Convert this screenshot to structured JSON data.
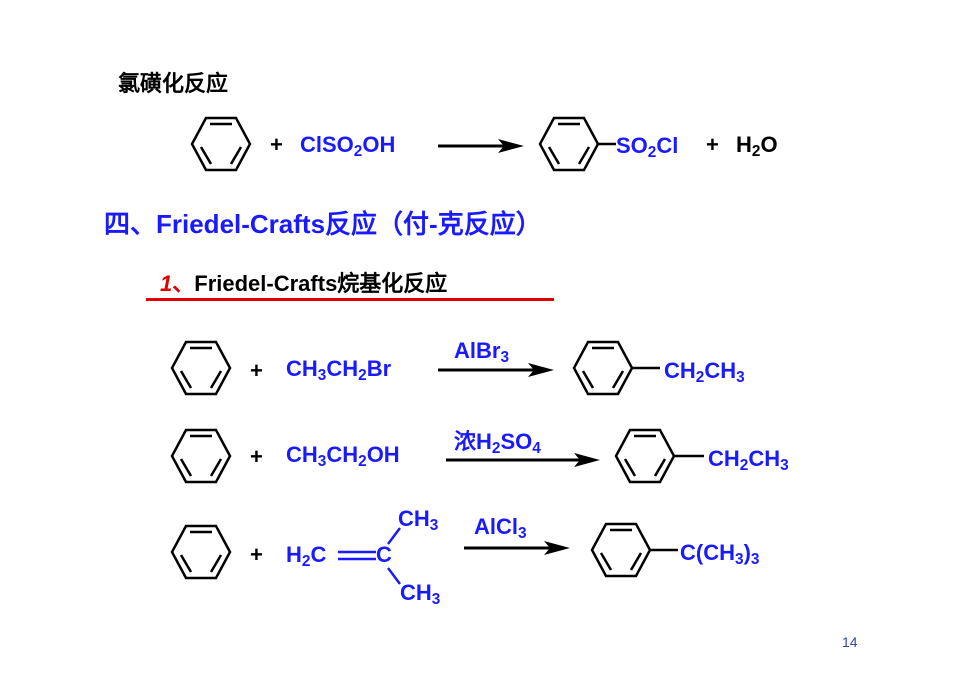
{
  "page_number": "14",
  "section1": {
    "title": "氯磺化反应",
    "plus": "+",
    "reagent": {
      "a": "ClSO",
      "b": "2",
      "c": "OH"
    },
    "product": {
      "a": "SO",
      "b": "2",
      "c": "Cl"
    },
    "byproduct": {
      "a": "H",
      "b": "2",
      "c": "O"
    }
  },
  "section2": {
    "heading": "四、Friedel-Crafts反应（付-克反应）",
    "sub_num": "1",
    "sub_sep": "、",
    "sub_text": "Friedel-Crafts烷基化反应"
  },
  "reactions": {
    "r1": {
      "plus": "+",
      "reagent": [
        "CH",
        "3",
        "CH",
        "2",
        "Br"
      ],
      "catalyst": [
        "AlBr",
        "3"
      ],
      "product": [
        "CH",
        "2",
        "CH",
        "3"
      ]
    },
    "r2": {
      "plus": "+",
      "reagent": [
        "CH",
        "3",
        "CH",
        "2",
        "OH"
      ],
      "catalyst": [
        "浓H",
        "2",
        "SO",
        "4"
      ],
      "product": [
        "CH",
        "2",
        "CH",
        "3"
      ]
    },
    "r3": {
      "plus": "+",
      "reagent_left": [
        "H",
        "2",
        "C"
      ],
      "reagent_center": "C",
      "top_methyl": [
        "CH",
        "3"
      ],
      "bottom_methyl": [
        "CH",
        "3"
      ],
      "catalyst": [
        "AlCl",
        "3"
      ],
      "product": [
        "C(CH",
        "3",
        ")",
        "3"
      ]
    }
  }
}
